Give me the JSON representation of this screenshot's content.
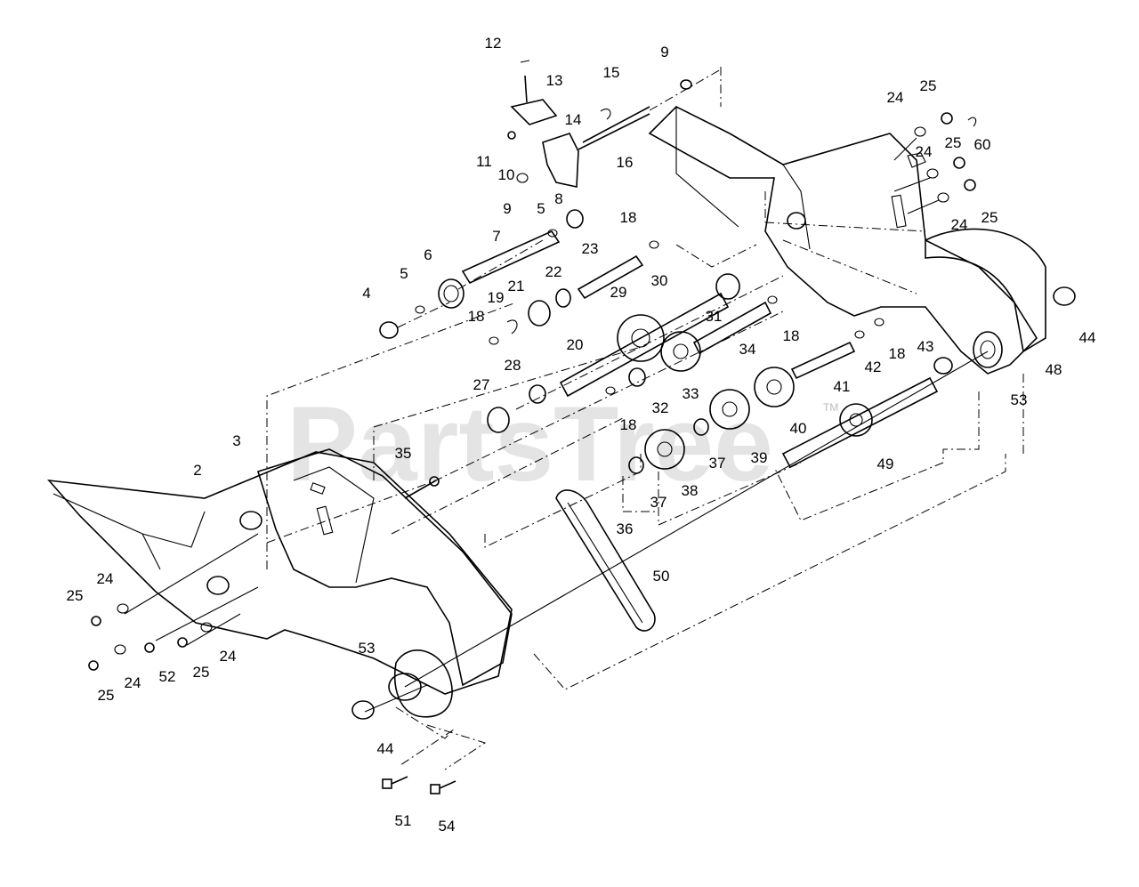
{
  "watermark": {
    "text": "PartsTree",
    "tm": "TM"
  },
  "callouts": {
    "c12": "12",
    "c13": "13",
    "c9a": "9",
    "c15": "15",
    "c14": "14",
    "c11": "11",
    "c10": "10",
    "c16": "16",
    "c9b": "9",
    "c8": "8",
    "c5a": "5",
    "c18a": "18",
    "c7": "7",
    "c23": "23",
    "c6": "6",
    "c5b": "5",
    "c4": "4",
    "c21": "21",
    "c22": "22",
    "c19": "19",
    "c18b": "18",
    "c20": "20",
    "c29": "29",
    "c30": "30",
    "c31": "31",
    "c33": "33",
    "c34": "34",
    "c18c": "18",
    "c28": "28",
    "c27": "27",
    "c32": "32",
    "c18d": "18",
    "c24a": "24",
    "c25a": "25",
    "c60": "60",
    "c24b": "24",
    "c25b": "25",
    "c24c": "24",
    "c25c": "25",
    "c44a": "44",
    "c48": "48",
    "c43": "43",
    "c53a": "53",
    "c42": "42",
    "c18e": "18",
    "c41": "41",
    "c40": "40",
    "c39": "39",
    "c49": "49",
    "c37a": "37",
    "c38": "38",
    "c37b": "37",
    "c36": "36",
    "c35": "35",
    "c3": "3",
    "c2": "2",
    "c50": "50",
    "c25d": "25",
    "c24d": "24",
    "c24e": "24",
    "c25e": "25",
    "c24f": "24",
    "c52": "52",
    "c25f": "25",
    "c53b": "53",
    "c44b": "44",
    "c51": "51",
    "c54": "54"
  }
}
